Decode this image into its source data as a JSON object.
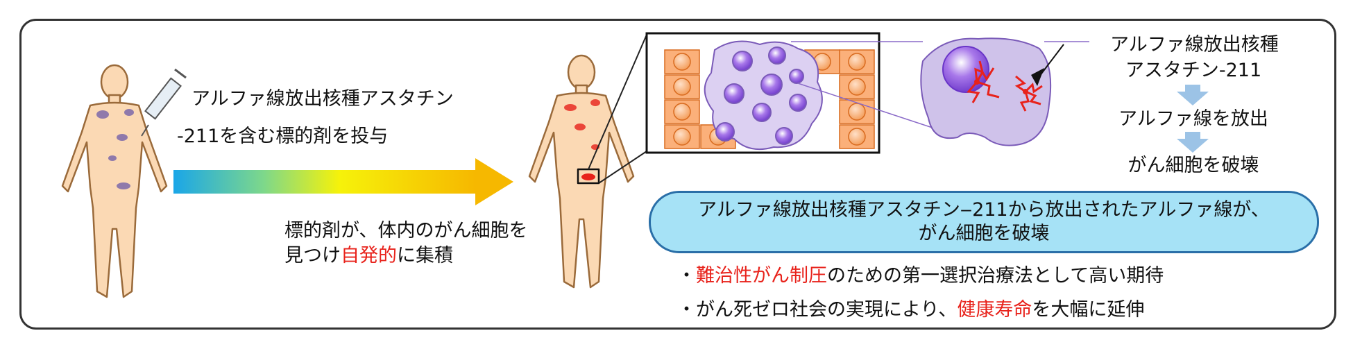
{
  "step1": {
    "line1": "アルファ線放出核種アスタチン",
    "line2": "-211を含む標的剤を投与"
  },
  "step2": {
    "line1": "標的剤が、体内のがん細胞を",
    "line2_pre": "見つけ",
    "line2_red": "自発的",
    "line2_post": "に集積"
  },
  "flow": {
    "title_line1": "アルファ線放出核種",
    "title_line2": "アスタチン-211",
    "step_a": "アルファ線を放出",
    "step_b": "がん細胞を破壊"
  },
  "callout": {
    "line1": "アルファ線放出核種アスタチン‒211から放出されたアルファ線が、",
    "line2": "がん細胞を破壊"
  },
  "bullet1": {
    "prefix": "・",
    "red": "難治性がん制圧",
    "rest": "のための第一選択治療法として高い期待"
  },
  "bullet2": {
    "prefix": "・",
    "pre": "がん死ゼロ社会の実現により、",
    "red": "健康寿命",
    "post": "を大幅に延伸"
  },
  "colors": {
    "accent_red": "#e8221b",
    "callout_fill": "#a6e2f6",
    "flow_arrow": "#9cc3e6"
  }
}
